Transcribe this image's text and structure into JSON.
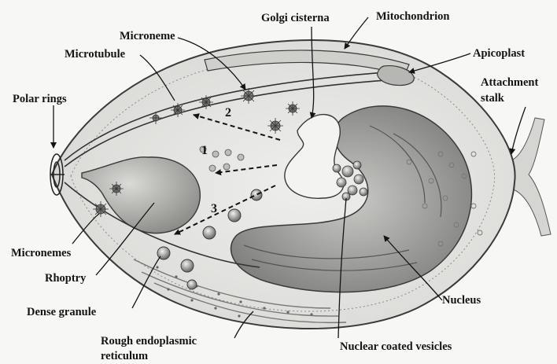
{
  "labels": {
    "golgi": "Golgi cisterna",
    "mitochondrion": "Mitochondrion",
    "microneme": "Microneme",
    "microtubule": "Microtubule",
    "apicoplast": "Apicoplast",
    "attachment_1": "Attachment",
    "attachment_2": "stalk",
    "polar_rings": "Polar rings",
    "micronemes": "Micronemes",
    "rhoptry": "Rhoptry",
    "dense_granule": "Dense granule",
    "rer_1": "Rough endoplasmic",
    "rer_2": "reticulum",
    "nucleus": "Nucleus",
    "nuclear_vesicles": "Nuclear coated vesicles"
  },
  "pathways": {
    "p1": "1",
    "p2": "2",
    "p3": "3"
  },
  "colors": {
    "ink": "#141414",
    "cell": "#e3e3e0",
    "paper": "#f7f7f5",
    "nucleus": "#9a9a98"
  }
}
